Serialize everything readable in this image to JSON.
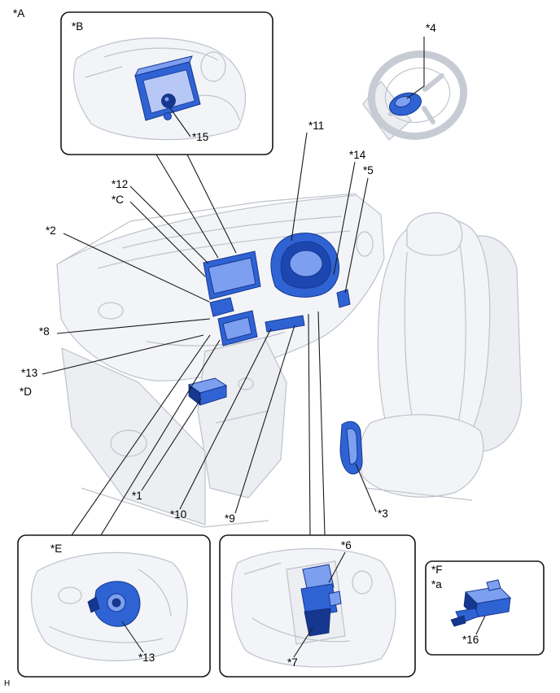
{
  "figure": {
    "footer_mark": "H"
  },
  "callouts": {
    "A": "*A",
    "B": "*B",
    "C": "*C",
    "D": "*D",
    "E": "*E",
    "F": "*F",
    "a_lower": "*a",
    "n1": "*1",
    "n2": "*2",
    "n3": "*3",
    "n4": "*4",
    "n5": "*5",
    "n6": "*6",
    "n7": "*7",
    "n8": "*8",
    "n9": "*9",
    "n10": "*10",
    "n11": "*11",
    "n12": "*12",
    "n13": "*13",
    "n14": "*14",
    "n15": "*15",
    "n16": "*16"
  },
  "colors": {
    "component_mid": "#2f63d4",
    "component_light": "#7d9ff0",
    "component_lighter": "#b7c8f7",
    "component_dark": "#16378f",
    "component_shade": "#1d47b0",
    "lineart": "#bdc3cc",
    "lineart_strong": "#c7ccd4",
    "panel_fill": "#f3f4f7",
    "panel_fill2": "#eceef2",
    "callout_line": "#1a1a1a",
    "frame_stroke": "#151515"
  }
}
